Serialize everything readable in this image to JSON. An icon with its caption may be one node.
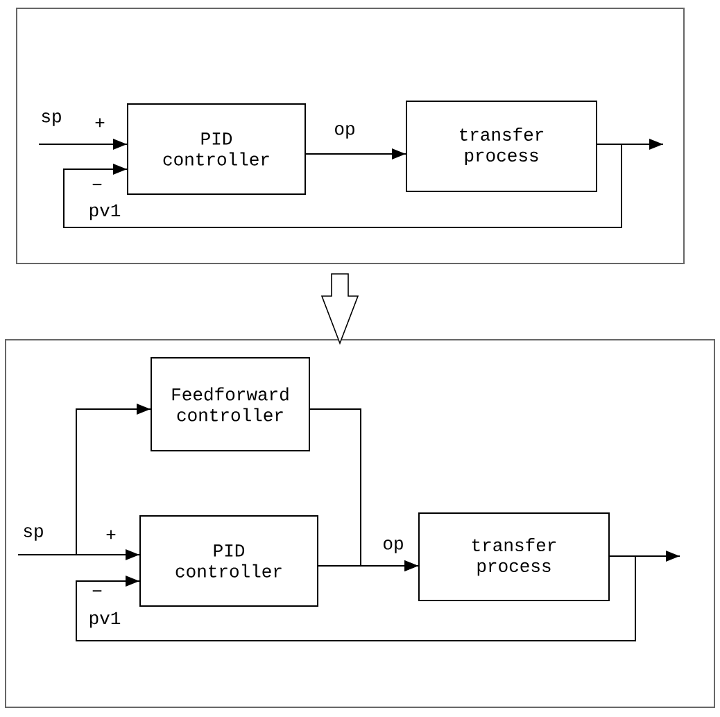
{
  "diagram": {
    "nodes": [
      {
        "text": [],
        "shape": "box"
      },
      {
        "text": [
          "PID controller"
        ],
        "in": 0
      },
      {
        "text": [
          "transfer process"
        ],
        "in": 0
      },
      {
        "text": [],
        "shape": "box"
      },
      {
        "text": [
          "Feedforward controller"
        ],
        "in": 3
      },
      {
        "text": [
          "PID controller"
        ],
        "in": 3
      },
      {
        "text": [
          "transfer process"
        ],
        "in": 3
      }
    ],
    "edges": [
      {
        "from": null,
        "to": 1,
        "arrow": "to",
        "label": "sp"
      },
      {
        "from": 1,
        "to": 2,
        "arrow": "to",
        "label": "op"
      },
      {
        "from": 2,
        "to": null,
        "arrow": "to"
      },
      {
        "from": 2,
        "to": 1,
        "arrow": "to",
        "label": "pv1"
      },
      {
        "from": 0,
        "to": 3,
        "arrow": "to"
      },
      {
        "from": null,
        "to": 5,
        "arrow": "to",
        "label": "sp"
      },
      {
        "from": null,
        "to": 4,
        "arrow": "to"
      },
      {
        "from": 4,
        "to": 6,
        "arrow": "to"
      },
      {
        "from": 5,
        "to": 6,
        "arrow": "to",
        "label": "op"
      },
      {
        "from": 6,
        "to": null,
        "arrow": "to"
      },
      {
        "from": 6,
        "to": 5,
        "arrow": "to",
        "label": "pv1"
      }
    ],
    "labels": [
      "+",
      "−",
      "+",
      "−"
    ]
  }
}
